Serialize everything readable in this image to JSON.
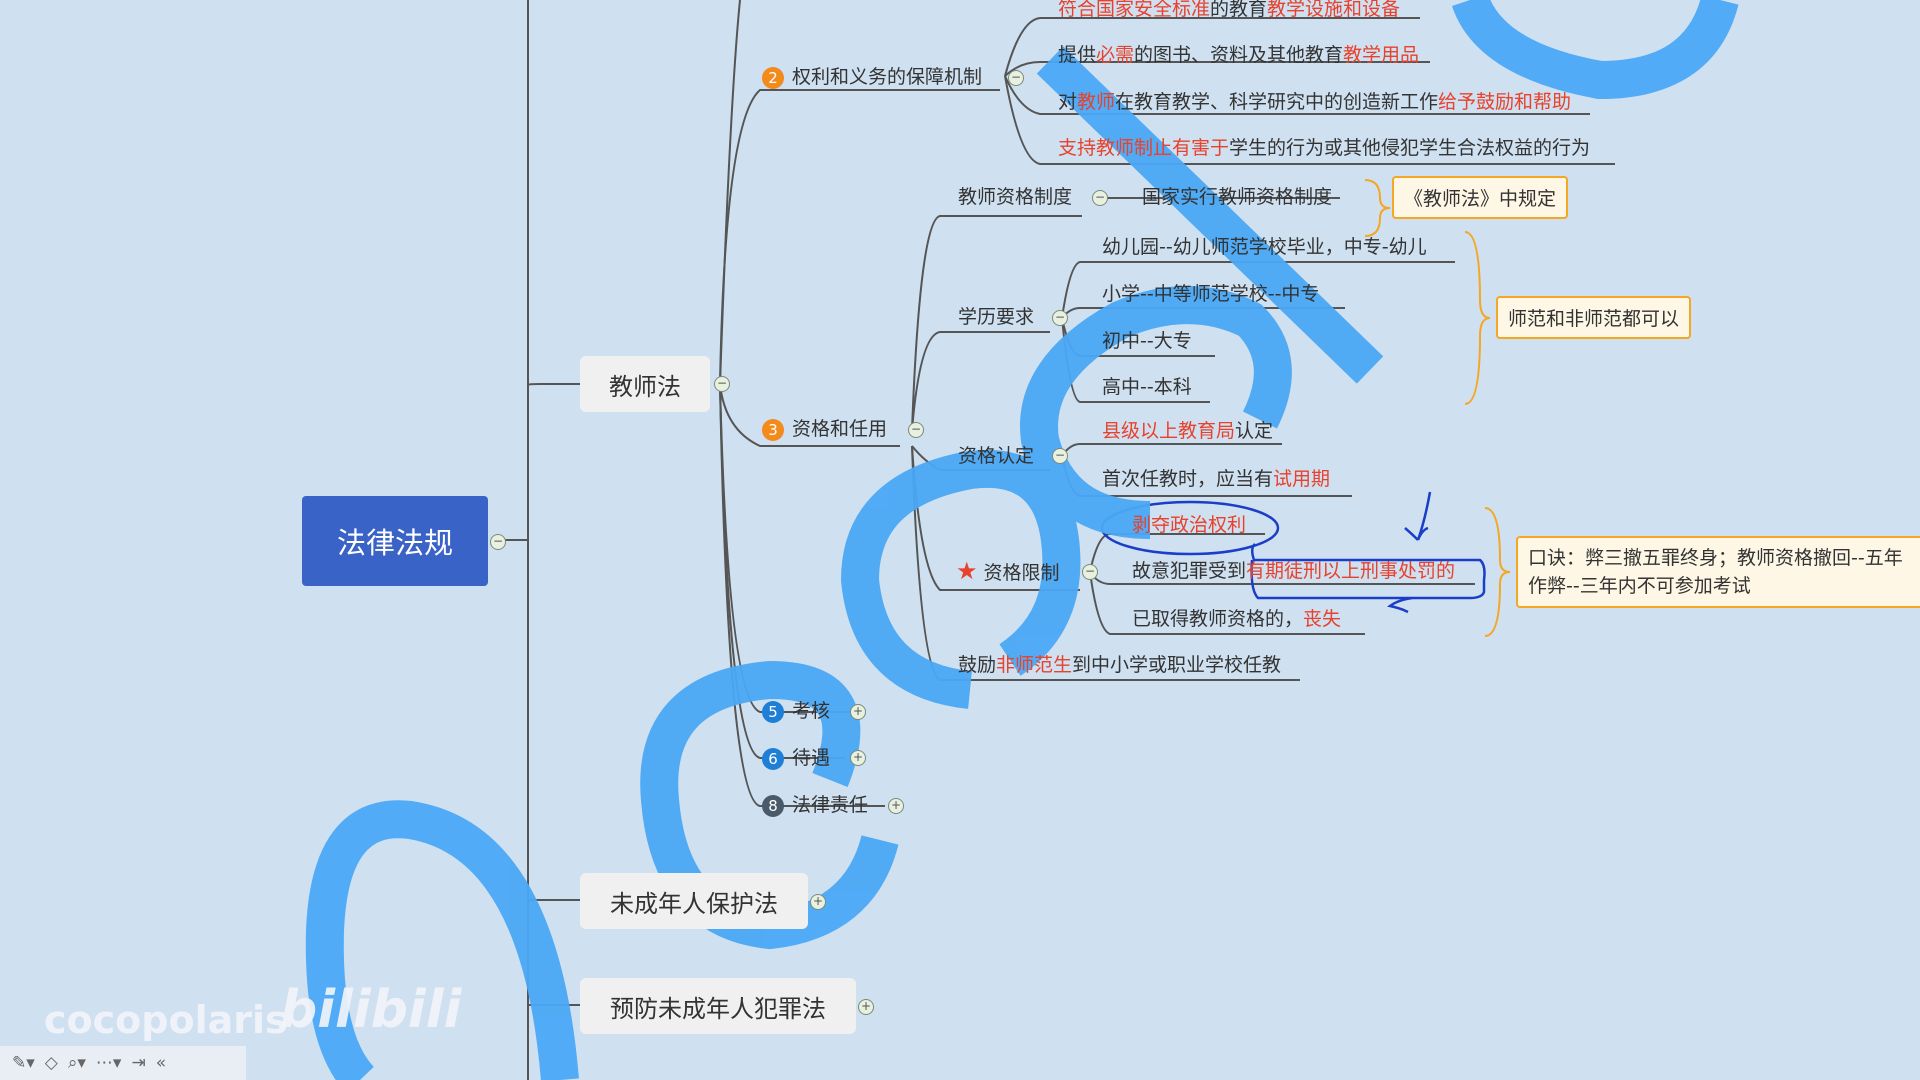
{
  "root": {
    "label": "法律法规"
  },
  "sections": {
    "teacher_law": "教师法",
    "minor_protection": "未成年人保护法",
    "delinquency_prevention": "预防未成年人犯罪法"
  },
  "branches": {
    "b2": {
      "badge": "2",
      "label": "权利和义务的保障机制",
      "color": "#f28a1c"
    },
    "b3": {
      "badge": "3",
      "label": "资格和任用",
      "color": "#f28a1c"
    },
    "b5": {
      "badge": "5",
      "label": "考核",
      "color": "#1f7fd6"
    },
    "b6": {
      "badge": "6",
      "label": "待遇",
      "color": "#1f7fd6"
    },
    "b8": {
      "badge": "8",
      "label": "法律责任",
      "color": "#4a5a6a"
    }
  },
  "b2_items": {
    "i1a": "符合国家安全标准",
    "i1b": "的教育",
    "i1c": "教学设施和设备",
    "i2a": "提供",
    "i2b": "必需",
    "i2c": "的图书、资料及其他教育",
    "i2d": "教学用品",
    "i3a": "对",
    "i3b": "教师",
    "i3c": "在教育教学、科学研究中的创造新工作",
    "i3d": "给予鼓励和帮助",
    "i4a": "支持教师制止有害于",
    "i4b": "学生的行为或其他侵犯学生合法权益的行为"
  },
  "qualification_system": {
    "label": "教师资格制度",
    "item": "国家实行教师资格制度",
    "callout": "《教师法》中规定"
  },
  "education_req": {
    "label": "学历要求",
    "items": [
      "幼儿园--幼儿师范学校毕业，中专-幼儿",
      "小学--中等师范学校--中专",
      "初中--大专",
      "高中--本科"
    ],
    "callout": "师范和非师范都可以"
  },
  "qualification_cert": {
    "label": "资格认定",
    "i1a": "县级以上教育局",
    "i1b": "认定",
    "i2a": "首次任教时，应当有",
    "i2b": "试用期"
  },
  "qualification_limit": {
    "label": "资格限制",
    "i1": "剥夺政治权利",
    "i2a": "故意犯罪受到",
    "i2b": "有期徒刑以上刑事处罚的",
    "i3a": "已取得教师资格的，",
    "i3b": "丧失",
    "callout_line1": "口诀：弊三撤五罪终身；教师资格撤回--五年",
    "callout_line2": "作弊--三年内不可参加考试"
  },
  "encourage": {
    "a": "鼓励",
    "b": "非师范生",
    "c": "到中小学或职业学校任教"
  },
  "watermark": {
    "brand": "cocopolaris",
    "site": "bilibili"
  },
  "colors": {
    "accent_red": "#e8412c",
    "root_blue": "#3a63c8",
    "watermark_blue": "#4aa8f5",
    "callout_orange": "#f5a623"
  }
}
